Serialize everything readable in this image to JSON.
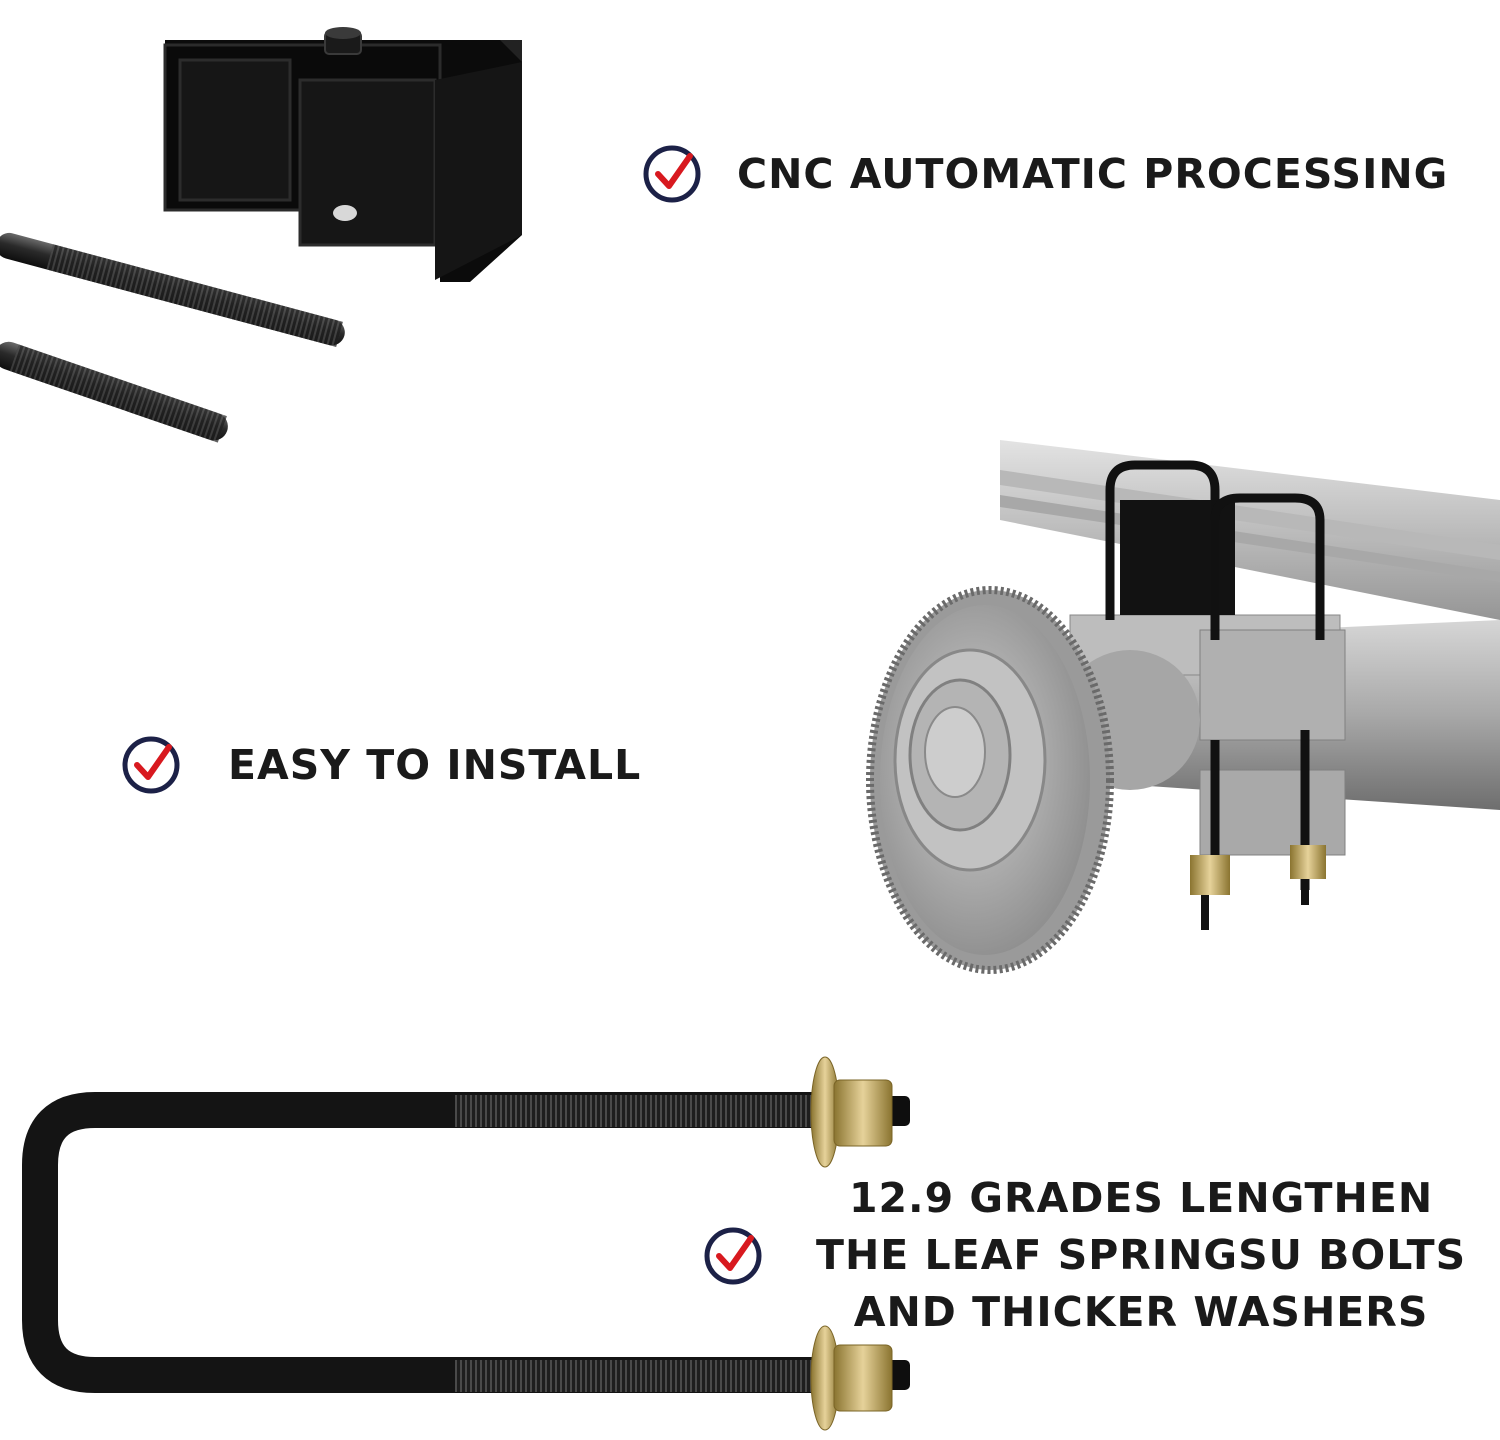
{
  "features": {
    "cnc": {
      "text": "CNC AUTOMATIC PROCESSING"
    },
    "install": {
      "text": "EASY TO INSTALL"
    },
    "grades": {
      "lines": [
        "12.9 GRADES LENGTHEN",
        "THE LEAF SPRINGSU BOLTS",
        "AND THICKER WASHERS"
      ]
    }
  },
  "icons": {
    "check": "check-circle-icon"
  },
  "colors": {
    "check_ring": "#1c2147",
    "check_mark": "#d8191f",
    "text": "#1a1a1a",
    "block": "#111111",
    "metal": "#9a9a9a",
    "washer": "#c8b06a"
  }
}
